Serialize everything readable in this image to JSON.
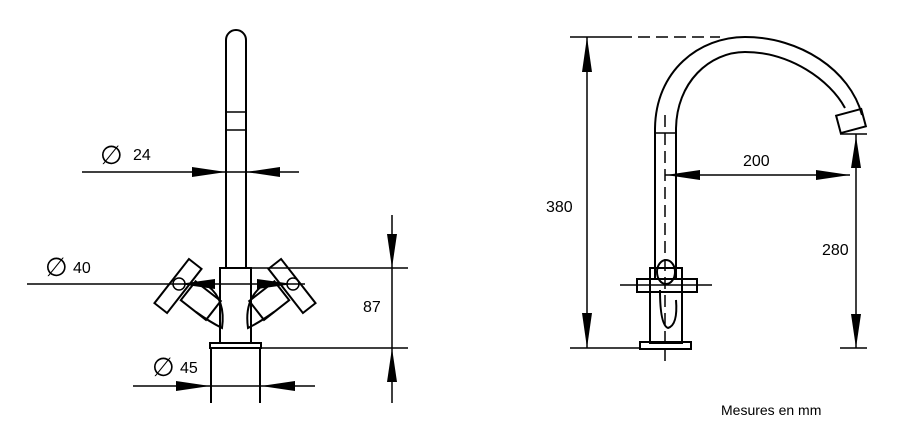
{
  "front_view": {
    "dim_spout_diameter": "24",
    "dim_handle_diameter": "40",
    "dim_base_diameter": "45",
    "dim_body_height": "87",
    "diameter_symbol": "∅"
  },
  "side_view": {
    "dim_total_height": "380",
    "dim_reach": "200",
    "dim_spout_clearance": "280"
  },
  "note": "Mesures en mm"
}
